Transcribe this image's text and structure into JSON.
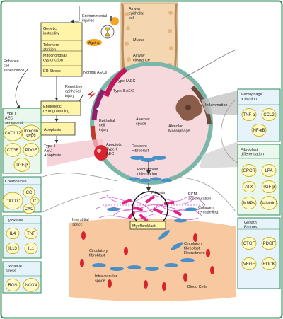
{
  "colors": {
    "border": "#2e8b57",
    "airway": "#f4d7b0",
    "alveolus": "#f6d9dc",
    "epithelium": "#7ab7a8",
    "yellow_box": "#fff4a8",
    "green_box": "#e9f7ec",
    "blue_box": "#e6f3fa",
    "bubble_fill": "#fffbc8",
    "bubble_stroke": "#c4a300",
    "red_cell": "#d7232e",
    "interstitium": "#f8c9a0"
  },
  "airway": {
    "epithelial": "Airway epithelial cell",
    "mucus": "Mucus",
    "clearance": "Airway clearance"
  },
  "injuries": {
    "env": "Environmental injuries",
    "ageing": "Ageing"
  },
  "causes": [
    "Genetic instability",
    "Telomere attrition",
    "Mitochondrial dysfunction",
    "ER Stress"
  ],
  "left_flow": {
    "enhance": "Enhance cell senescence",
    "repetitive": "Repetitive epithelial injury",
    "epigenetic": "Epigenetic reprogramming",
    "apoptosis": "Apoptosis",
    "type2_apoptosis": "Type II AEC Apoptosis"
  },
  "alveolus": {
    "normal_aecs": "Normal AECs",
    "type1": "Type I AEC",
    "type2": "Type II AEC",
    "epithelial_injury": "Epithelial cell injury",
    "space": "Alveolar space",
    "macrophage": "Alveolar Macrophage",
    "apoptotic": "Apoptotic Type II AEC",
    "resident": "Resident Fibroblast",
    "recruitment": "Recruitment diffentiation"
  },
  "inflammation": "Inflammation",
  "senescent": {
    "title": "Type II AEC senescent",
    "items": [
      "CXCL12",
      "Integrin αvβ6",
      "CTGF",
      "PDGF",
      "TGF-β"
    ]
  },
  "chemokines": {
    "title": "Chemokines",
    "items": [
      "CXXXC",
      "CC",
      "C",
      "CXC"
    ]
  },
  "cytokines": {
    "title": "Cytokines",
    "items": [
      "IL4",
      "TNF",
      "IL13",
      "IL1"
    ]
  },
  "oxidative": {
    "title": "Oxidative stress",
    "items": [
      "ROS",
      "NOX4"
    ]
  },
  "macrophage_act": {
    "title": "Macrophage activation",
    "items": [
      "TNF-α",
      "CCL2",
      "NF-κB"
    ]
  },
  "fibroblast_diff": {
    "title": "Fibroblast differentiation",
    "items": [
      "GPCR",
      "LPA",
      "ATX",
      "TGF-β",
      "MMPs",
      "Galectin3"
    ]
  },
  "growth": {
    "title": "Growth Factors",
    "items": [
      "CTGF",
      "PDGF",
      "VEGF",
      "ROCK"
    ]
  },
  "fibrosis": {
    "fibrosis": "Fibrosis",
    "ecm": "ECM accumulation",
    "collagen": "Collagen remodelling",
    "myofibroblast": "Myofibroblast",
    "interstitial": "Interstitial space",
    "circulatory": "Circulatory fibroblast",
    "circulatory_recruit": "Circulatory fibroblast Recruitment",
    "intravascular": "Intravascular space",
    "blood_cells": "Blood Cells"
  }
}
